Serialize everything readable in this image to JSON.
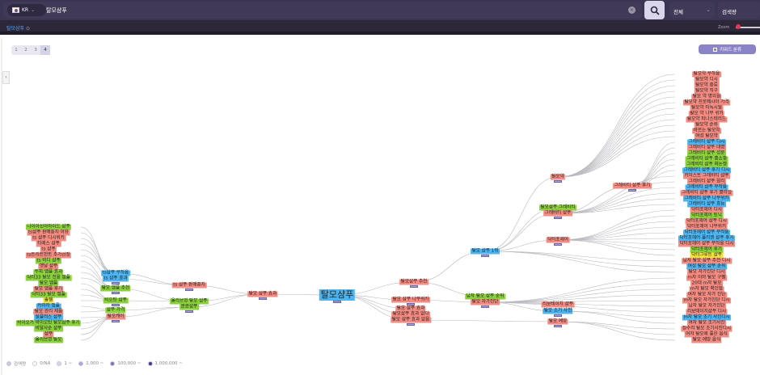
{
  "header": {
    "lang": "KR",
    "query": "탈모샴푸",
    "filter": "전체",
    "metric": "검색량"
  },
  "subbar": {
    "crumb": "탈모샴푸",
    "zoom_label": "Zoom"
  },
  "tabs": [
    "1",
    "2",
    "3",
    "4"
  ],
  "selected_tab": "4",
  "classify_label": "키워드 분류",
  "legend": [
    {
      "label": "검색량",
      "color": "#c9c6e0"
    },
    {
      "label": "0/NA",
      "color": "#ffffff"
    },
    {
      "label": "1 ~",
      "color": "#d9d6ee"
    },
    {
      "label": "1,000 ~",
      "color": "#aaa5e0"
    },
    {
      "label": "100,000 ~",
      "color": "#7a72c0"
    },
    {
      "label": "1,000,000 ~",
      "color": "#433a8c"
    }
  ],
  "root": "탈모샴푸",
  "nodes": [
    {
      "t": "탈모 샴푸 효과",
      "c": "r"
    },
    {
      "t": "ts 샴푸 판매중지",
      "c": "r"
    },
    {
      "t": "올리브영 탈모 샴푸",
      "c": "g"
    },
    {
      "t": "분분샴푸",
      "c": "g"
    },
    {
      "t": "ts샴푸 부작용",
      "c": "b"
    },
    {
      "t": "ts 샴푸 효과",
      "c": "b"
    },
    {
      "t": "탈모 앰플 추천",
      "c": "g"
    },
    {
      "t": "비오틴 샴푸",
      "c": "g"
    },
    {
      "t": "샴푸 가격",
      "c": "g"
    },
    {
      "t": "탈모케어",
      "c": "r"
    },
    {
      "t": "탈모샴푸 추천",
      "c": "r"
    },
    {
      "t": "탈모 샴푸 1위",
      "c": "b"
    },
    {
      "t": "탈모약",
      "c": "r"
    },
    {
      "t": "탈모샴푸 그레비티",
      "c": "g"
    },
    {
      "t": "그레비티 샴푸",
      "c": "r"
    },
    {
      "t": "닥터포헤어",
      "c": "r"
    },
    {
      "t": "그레비티 샴푸 후기",
      "c": "r"
    },
    {
      "t": "탈모 샴푸 나무위키",
      "c": "r"
    },
    {
      "t": "탈모 샴푸 효과",
      "c": "r"
    },
    {
      "t": "탈모샴푸 효과 없다",
      "c": "r"
    },
    {
      "t": "탈모 샴푸 효과 없음",
      "c": "r"
    },
    {
      "t": "남자 탈모 샴푸 순위",
      "c": "g"
    },
    {
      "t": "탈모 자가진단",
      "c": "r"
    },
    {
      "t": "리보테이지 샴푸",
      "c": "r"
    },
    {
      "t": "탈모 초기 사진",
      "c": "b"
    },
    {
      "t": "탈모 예방",
      "c": "r"
    }
  ],
  "left_leaves": [
    {
      "t": "나이아신아마이드 샴푸",
      "c": "g"
    },
    {
      "t": "ts샴푸 판매중지 이유",
      "c": "r"
    },
    {
      "t": "ts 샴푸 디시위키",
      "c": "r"
    },
    {
      "t": "티에스 샴푸",
      "c": "r"
    },
    {
      "t": "ts 샴푸",
      "c": "r"
    },
    {
      "t": "ts트리트먼트 추가선정",
      "c": "r"
    },
    {
      "t": "ts 비디 샴푸",
      "c": "g"
    },
    {
      "t": "옛날 샴푸",
      "c": "r"
    },
    {
      "t": "두피 앰플 효과",
      "c": "g"
    },
    {
      "t": "닥터33 탈모 전용 앰플",
      "c": "g"
    },
    {
      "t": "탈모 앰플",
      "c": "g"
    },
    {
      "t": "탈모 앰플 후기",
      "c": "r"
    },
    {
      "t": "닥터33 탈모 앰플",
      "c": "g"
    },
    {
      "t": "솔젤",
      "c": "y"
    },
    {
      "t": "카미라 앰플",
      "c": "b"
    },
    {
      "t": "탈모 관리 제품",
      "c": "r"
    },
    {
      "t": "실플러스 샴푸",
      "c": "b"
    },
    {
      "t": "바이오거 바이오틴 탈모샴푸 후기",
      "c": "g"
    },
    {
      "t": "비달사순 샴푸",
      "c": "g"
    },
    {
      "t": "샴푸",
      "c": "r"
    },
    {
      "t": "올리브영 탈모",
      "c": "g"
    }
  ],
  "right_leaves": [
    {
      "t": "탈모약 부작용",
      "c": "r"
    },
    {
      "t": "탈모약 디시",
      "c": "r"
    },
    {
      "t": "탈모약 종류",
      "c": "r"
    },
    {
      "t": "탈모약 직구",
      "c": "r"
    },
    {
      "t": "탈모 약 병의원",
      "c": "r"
    },
    {
      "t": "탈모약 프로페시아 가격",
      "c": "r"
    },
    {
      "t": "탈모약 미녹시딜",
      "c": "r"
    },
    {
      "t": "탈모 약 나무 위키",
      "c": "r"
    },
    {
      "t": "탈모약 피나스테리드",
      "c": "r"
    },
    {
      "t": "탈모약 순위",
      "c": "r"
    },
    {
      "t": "바르는 탈모약",
      "c": "r"
    },
    {
      "t": "여성 탈모약",
      "c": "r"
    },
    {
      "t": "그레비티 샴푸 디시",
      "c": "b"
    },
    {
      "t": "그레비티 샴푸 대명",
      "c": "r"
    },
    {
      "t": "그레비티 샴푸 성분",
      "c": "g"
    },
    {
      "t": "그레비티 샴푸 홈쇼핑",
      "c": "g"
    },
    {
      "t": "그레비티 샴푸 화논쟁",
      "c": "g"
    },
    {
      "t": "그레비티 샴푸 후기 디시",
      "c": "b"
    },
    {
      "t": "카이스트 그레비티 샴푸",
      "c": "r"
    },
    {
      "t": "그레비티 샴푸 원리",
      "c": "r"
    },
    {
      "t": "그레비티 샴푸 부작용",
      "c": "b"
    },
    {
      "t": "그레비티 샴푸 후기 클리앙",
      "c": "r"
    },
    {
      "t": "그레비티 샴푸 나무위키",
      "c": "b"
    },
    {
      "t": "그레비티 샴푸 효능",
      "c": "b"
    },
    {
      "t": "닥터포헤어 디시",
      "c": "r"
    },
    {
      "t": "닥터포헤어 토닉",
      "c": "g"
    },
    {
      "t": "닥터포헤어 샴푸 디시",
      "c": "r"
    },
    {
      "t": "닥터포헤어 나무위키",
      "c": "r"
    },
    {
      "t": "닥터포헤어 샴푸 부작용",
      "c": "b"
    },
    {
      "t": "닥터포헤어 폴리젠 샴푸 후기",
      "c": "b"
    },
    {
      "t": "닥터포헤어 샴푸 부작용 디시",
      "c": "r"
    },
    {
      "t": "닥터포헤어 후기",
      "c": "g"
    },
    {
      "t": "닥터그루트 샴푸",
      "c": "y"
    },
    {
      "t": "남자 탈모 샴푸 추천 디시",
      "c": "r"
    },
    {
      "t": "여성 탈모 샴푸 순위",
      "c": "b"
    },
    {
      "t": "탈모 자가진단 디시",
      "c": "r"
    },
    {
      "t": "m자 이마 탈모 구별",
      "c": "r"
    },
    {
      "t": "20대 m자 탈모",
      "c": "r"
    },
    {
      "t": "m자 탈모 확인법",
      "c": "r"
    },
    {
      "t": "여자 탈모 자가 진단",
      "c": "r"
    },
    {
      "t": "m자 탈모 자가진단 디시",
      "c": "r"
    },
    {
      "t": "남자 탈모 자가진단",
      "c": "r"
    },
    {
      "t": "리보테이지샴푸 디시",
      "c": "r"
    },
    {
      "t": "m자 탈모 초기 사진디시",
      "c": "b"
    },
    {
      "t": "여자 탈모 초기사진",
      "c": "r"
    },
    {
      "t": "정수리 탈모 초기사진디시",
      "c": "r"
    },
    {
      "t": "여자 탈모에 좋은 음식",
      "c": "r"
    },
    {
      "t": "탈모 예방 음식",
      "c": "r"
    }
  ]
}
